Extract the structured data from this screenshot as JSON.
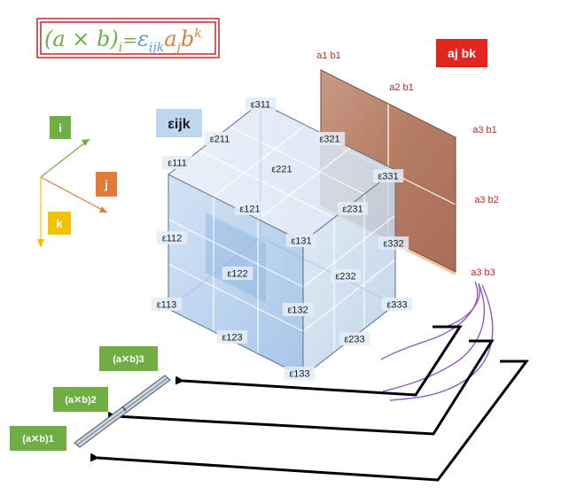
{
  "formula": {
    "lhs": "(a × b)",
    "lhs_sub": "i",
    "equals": "=",
    "eps": "ε",
    "eps_sub": "ijk",
    "a": "a",
    "a_sub": "j",
    "b": "b",
    "b_sup": "k"
  },
  "axes": {
    "i": "i",
    "j": "j",
    "k": "k"
  },
  "tensor_label": "εijk",
  "ajbk_label": "aj bk",
  "eps_labels": [
    "ε111",
    "ε211",
    "ε311",
    "ε321",
    "ε221",
    "ε331",
    "ε121",
    "ε231",
    "ε112",
    "ε131",
    "ε332",
    "ε122",
    "ε232",
    "ε113",
    "ε132",
    "ε333",
    "ε123",
    "ε233",
    "ε133"
  ],
  "ab_labels": [
    "a1 b1",
    "a2 b1",
    "a3 b1",
    "a3 b2",
    "a3 b3"
  ],
  "result_labels": [
    "(a✕b)3",
    "(a✕b)2",
    "(a✕b)1"
  ],
  "colors": {
    "green": "#6fae45",
    "orange": "#e07b39",
    "yellow": "#f2c200",
    "blue": "#5b9bd5",
    "red": "#c0282d",
    "cube": "#a8c8ea",
    "plane": "#b57a62"
  }
}
